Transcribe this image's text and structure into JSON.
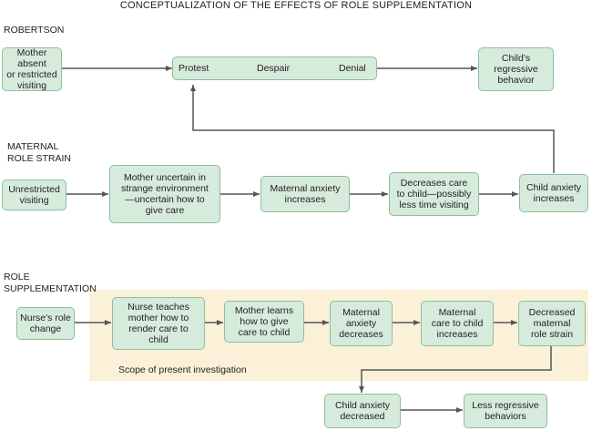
{
  "title": "CONCEPTUALIZATION OF THE EFFECTS OF ROLE SUPPLEMENTATION",
  "sections": {
    "robertson": "ROBERTSON",
    "maternal_role_strain": "MATERNAL\nROLE STRAIN",
    "role_supplementation": "ROLE\nSUPPLEMENTATION"
  },
  "robertson_row": {
    "mother_absent": "Mother absent\nor restricted\nvisiting",
    "protest": "Protest",
    "despair": "Despair",
    "denial": "Denial",
    "regressive_behavior": "Child's\nregressive\nbehavior"
  },
  "strain_row": {
    "unrestricted": "Unrestricted\nvisiting",
    "mother_uncertain": "Mother uncertain in\nstrange environment\n—uncertain how to\ngive care",
    "maternal_anxiety": "Maternal anxiety\nincreases",
    "decreases_care": "Decreases care\nto child—possibly\nless time visiting",
    "child_anxiety": "Child anxiety\nincreases"
  },
  "supplementation_row": {
    "nurse_role": "Nurse's role\nchange",
    "nurse_teaches": "Nurse teaches\nmother how to\nrender care to\nchild",
    "mother_learns": "Mother learns\nhow to give\ncare to child",
    "maternal_anxiety_decreases": "Maternal\nanxiety\ndecreases",
    "maternal_care_increases": "Maternal\ncare to child\nincreases",
    "decreased_strain": "Decreased\nmaternal\nrole strain",
    "child_anxiety_decreased": "Child anxiety\ndecreased",
    "less_regressive": "Less regressive\nbehaviors",
    "scope_label": "Scope of present investigation"
  },
  "colors": {
    "box_fill": "#d6ebdc",
    "box_border": "#8fbf9c",
    "scope_fill": "#fbf1d9",
    "arrow": "#555555"
  }
}
